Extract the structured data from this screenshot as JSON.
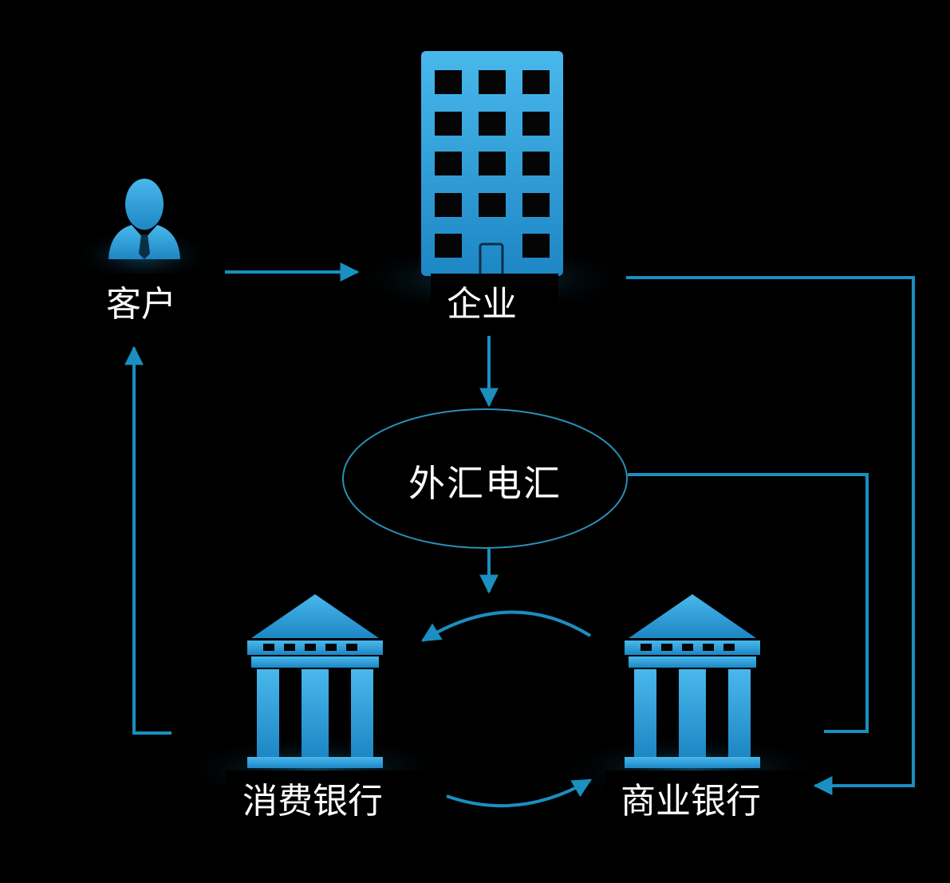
{
  "nodes": {
    "customer": {
      "label": "客户",
      "icon": "person-icon"
    },
    "enterprise": {
      "label": "企业",
      "icon": "office-building-icon"
    },
    "center": {
      "label": "外汇电汇"
    },
    "consumer_bank": {
      "label": "消费银行",
      "icon": "bank-icon"
    },
    "commercial_bank": {
      "label": "商业银行",
      "icon": "bank-icon"
    }
  },
  "colors": {
    "background": "#000000",
    "accent": "#2a9fd6",
    "line": "#1a8fc0",
    "text": "#ffffff"
  }
}
